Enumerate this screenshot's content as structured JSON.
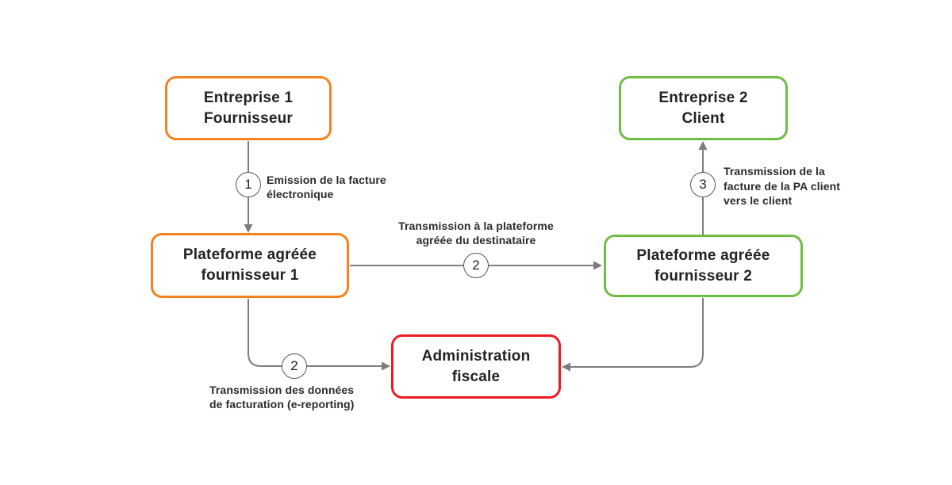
{
  "colors": {
    "orange": "#F5821F",
    "green": "#6FBE44",
    "red": "#EC1C24",
    "line": "#7C7C7C",
    "text": "#222222"
  },
  "nodes": {
    "entreprise1": {
      "lines": [
        "Entreprise 1",
        "Fournisseur"
      ],
      "color": "#F5821F"
    },
    "plateforme1": {
      "lines": [
        "Plateforme agréée",
        "fournisseur 1"
      ],
      "color": "#F5821F"
    },
    "entreprise2": {
      "lines": [
        "Entreprise 2",
        "Client"
      ],
      "color": "#6FBE44"
    },
    "plateforme2": {
      "lines": [
        "Plateforme agréée",
        "fournisseur 2"
      ],
      "color": "#6FBE44"
    },
    "administration": {
      "lines": [
        "Administration",
        "fiscale"
      ],
      "color": "#EC1C24"
    }
  },
  "steps": {
    "step1": {
      "number": "1",
      "lines": [
        "Emission de la facture",
        "électronique"
      ]
    },
    "step2_transmission": {
      "number": "2",
      "lines": [
        "Transmission à la plateforme",
        "agréée du destinataire"
      ]
    },
    "step3": {
      "number": "3",
      "lines": [
        "Transmission de la",
        "facture de la PA client",
        "vers le client"
      ]
    },
    "step2_ereporting": {
      "number": "2",
      "lines": [
        "Transmission des données",
        "de facturation (e-reporting)"
      ]
    }
  }
}
